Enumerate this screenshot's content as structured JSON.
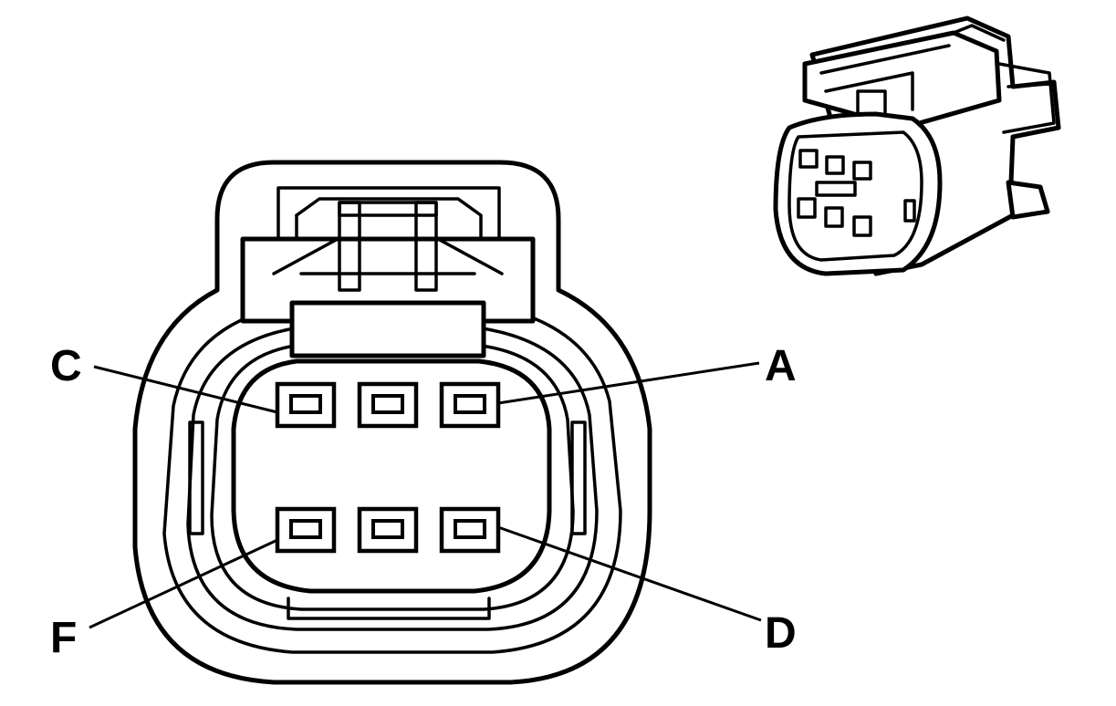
{
  "labels": {
    "pin_a": "A",
    "pin_c": "C",
    "pin_d": "D",
    "pin_f": "F"
  },
  "colors": {
    "line": "#000000",
    "background": "#ffffff"
  }
}
